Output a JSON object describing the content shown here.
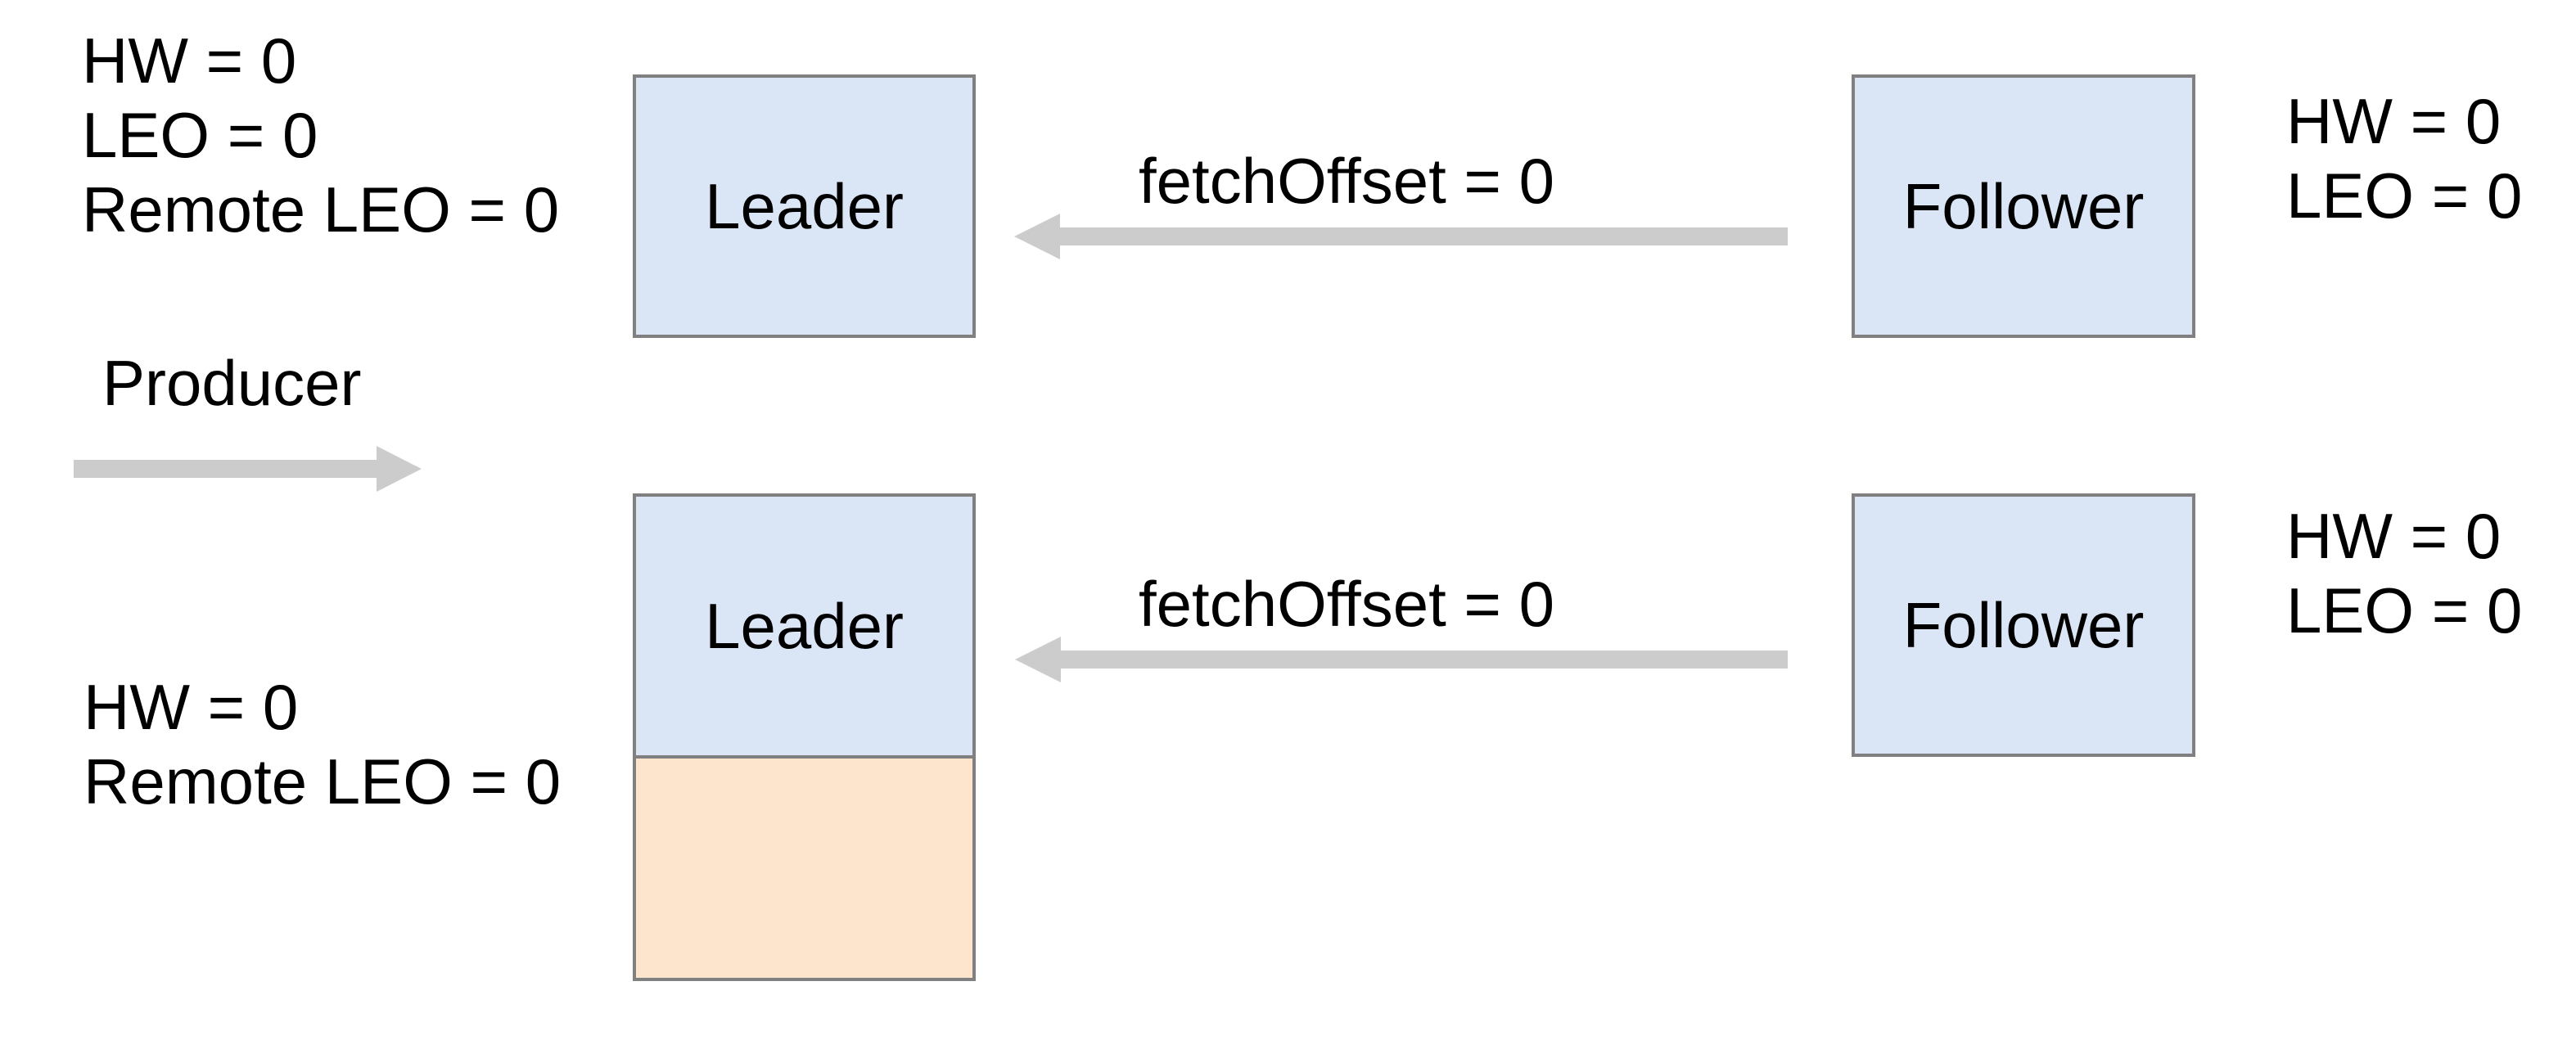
{
  "diagram": {
    "title_semantic": "Kafka leader/follower high watermark replication diagram",
    "colors": {
      "background": "#ffffff",
      "replica_box_fill": "#dae5f6",
      "uncommitted_region_fill": "#fde5cd",
      "box_border": "#808080",
      "arrow": "#cccccc",
      "text": "#000000"
    },
    "top_scenario": {
      "leader_annotation": [
        "HW = 0",
        "LEO = 0",
        "Remote LEO = 0"
      ],
      "leader_box_label": "Leader",
      "fetch_label": "fetchOffset = 0",
      "follower_box_label": "Follower",
      "follower_annotation": [
        "HW = 0",
        "LEO = 0"
      ]
    },
    "producer": {
      "label": "Producer"
    },
    "bottom_scenario": {
      "leader_annotation": [
        "HW = 0",
        "Remote LEO = 0"
      ],
      "leader_box_label": "Leader",
      "fetch_label": "fetchOffset = 0",
      "follower_box_label": "Follower",
      "follower_annotation": [
        "HW = 0",
        "LEO = 0"
      ]
    }
  }
}
